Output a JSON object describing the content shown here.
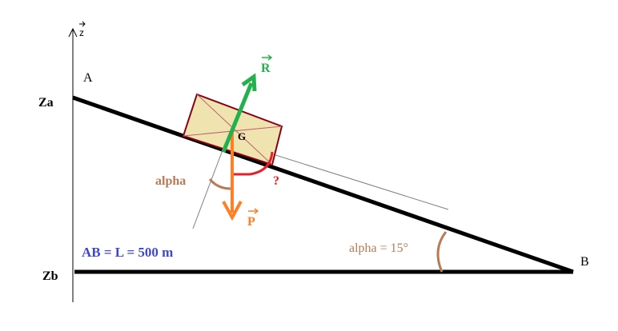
{
  "labels": {
    "axis_z": "z",
    "point_a": "A",
    "point_b": "B",
    "za": "Za",
    "zb": "Zb",
    "g": "G",
    "r": "R",
    "p": "P",
    "alpha_inner": "alpha",
    "question": "?",
    "alpha_angle": "alpha = 15°",
    "length": "AB = L = 500 m"
  },
  "colors": {
    "reaction": "#22b14c",
    "weight": "#ff7f27",
    "alpha_text": "#b97a57",
    "question": "#ed1c24",
    "length_text": "#3f48cc",
    "block_fill": "#efe4b0",
    "block_edge": "#880015",
    "ink": "#000000",
    "thin": "#7f7f7f"
  }
}
